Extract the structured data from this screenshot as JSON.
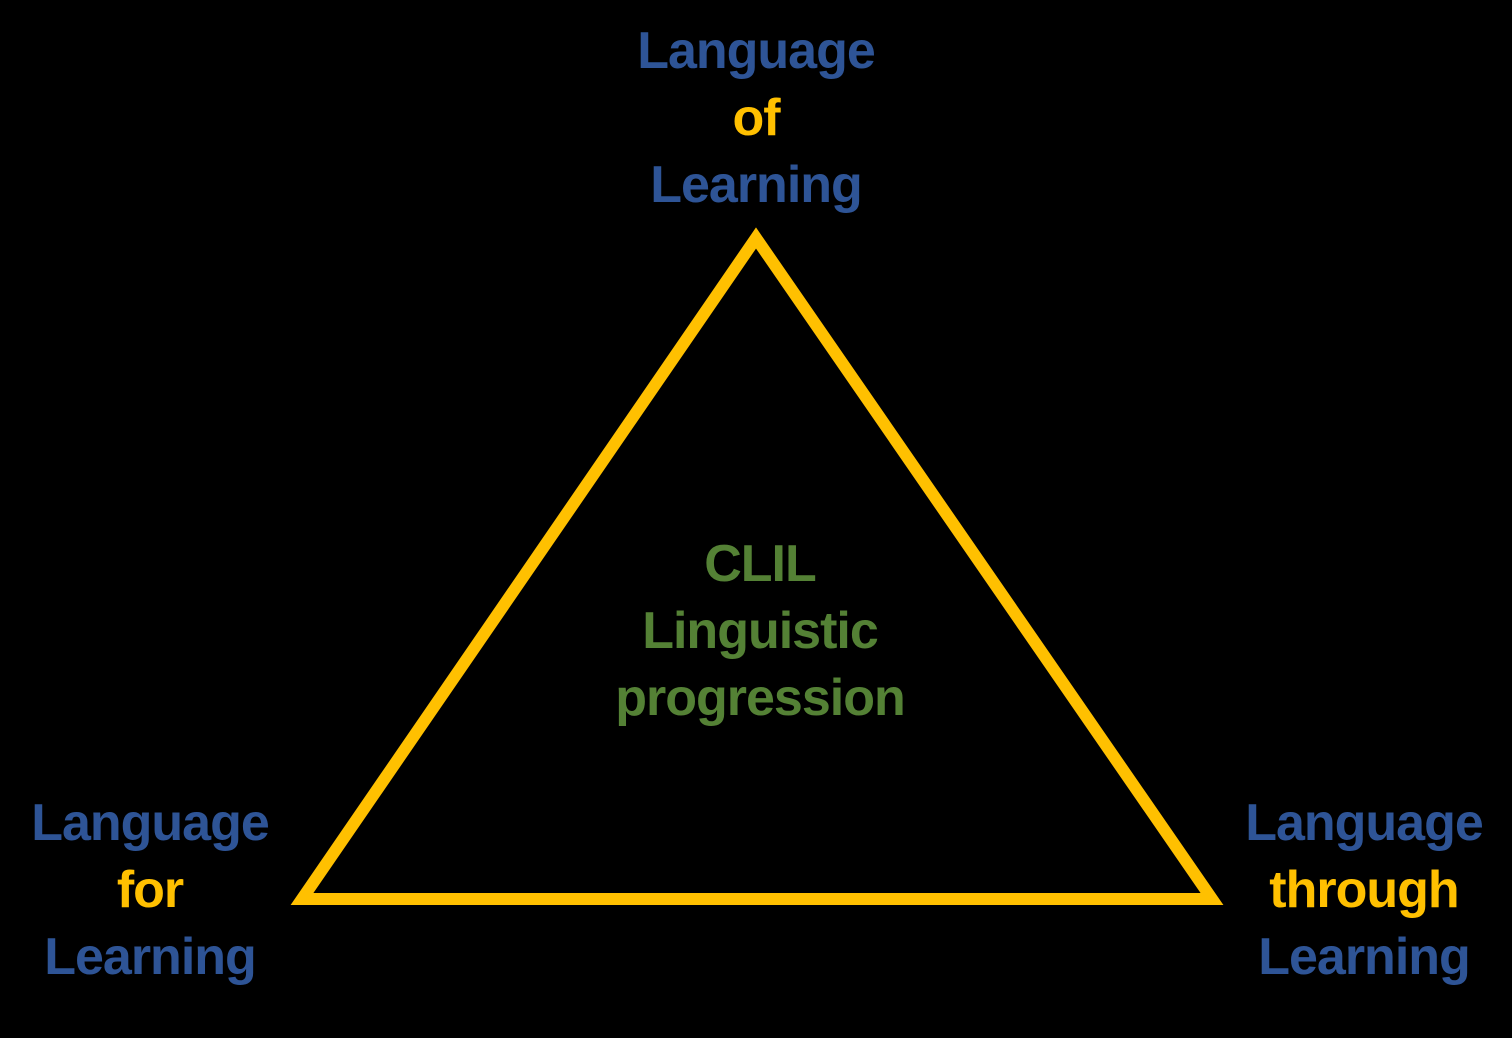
{
  "colors": {
    "blue": "#2E5496",
    "yellow": "#FFC000",
    "green": "#548135",
    "background": "#000000"
  },
  "labels": {
    "top": {
      "lines": [
        {
          "text": "Language",
          "color": "blue"
        },
        {
          "text": "of",
          "color": "yellow"
        },
        {
          "text": "Learning",
          "color": "blue"
        }
      ]
    },
    "bottom_left": {
      "lines": [
        {
          "text": "Language",
          "color": "blue"
        },
        {
          "text": "for",
          "color": "yellow"
        },
        {
          "text": "Learning",
          "color": "blue"
        }
      ]
    },
    "bottom_right": {
      "lines": [
        {
          "text": "Language",
          "color": "blue"
        },
        {
          "text": "through",
          "color": "yellow"
        },
        {
          "text": "Learning",
          "color": "blue"
        }
      ]
    },
    "center": {
      "lines": [
        {
          "text": "CLIL",
          "color": "green"
        },
        {
          "text": "Linguistic",
          "color": "green"
        },
        {
          "text": "progression",
          "color": "green"
        }
      ]
    }
  }
}
